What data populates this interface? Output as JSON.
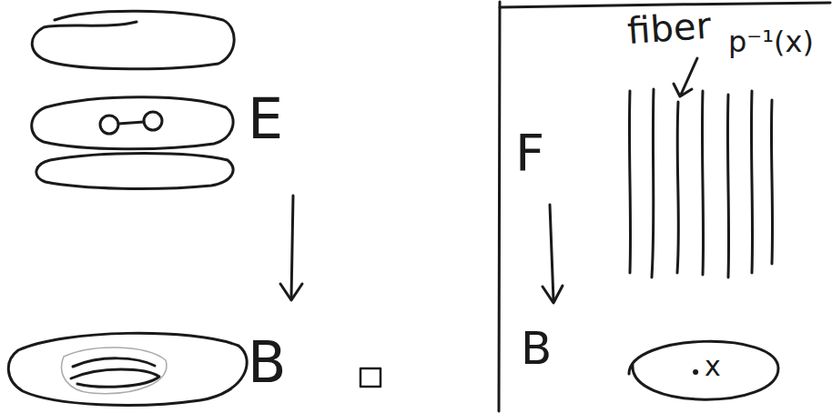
{
  "diagram": {
    "nodes": [
      {
        "text": [
          "x"
        ]
      }
    ],
    "labels": [
      "E",
      "B",
      "fiber",
      "p⁻¹(x)",
      "F",
      "B"
    ]
  }
}
